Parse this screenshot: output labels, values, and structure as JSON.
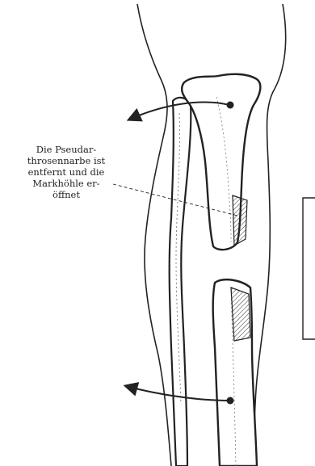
{
  "annotation": {
    "lines": [
      "Die Pseudar-",
      "throsennarbe ist",
      "entfernt und die",
      "Markhöhle er-",
      "öffnet"
    ]
  },
  "colors": {
    "ink": "#222222",
    "background": "#ffffff"
  }
}
